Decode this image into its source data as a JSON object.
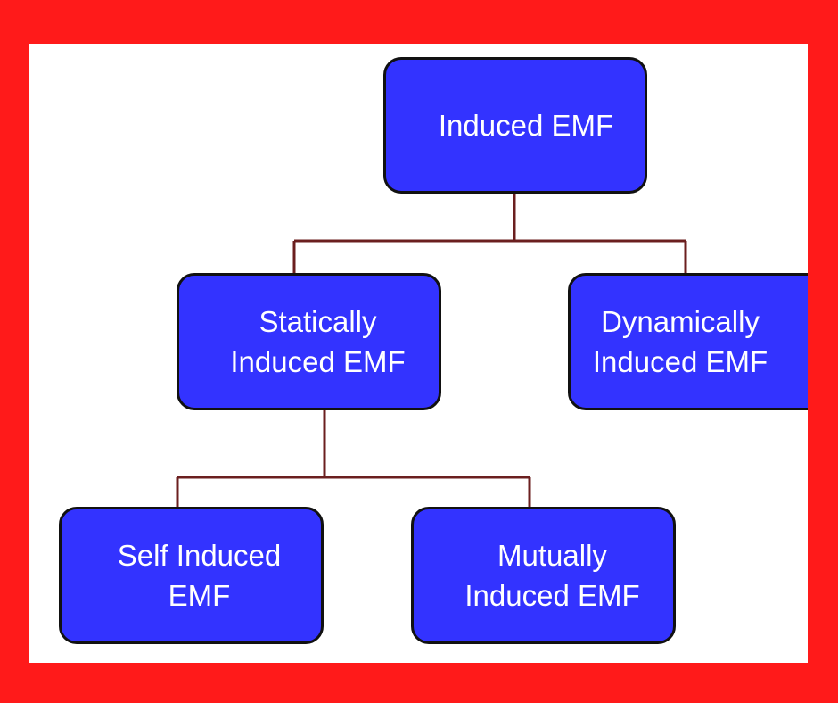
{
  "colors": {
    "frame": "#ff1a1a",
    "canvas": "#ffffff",
    "node_fill": "#3333ff",
    "node_border": "#111111",
    "connector": "#6b1f1f"
  },
  "diagram": {
    "type": "tree",
    "root": {
      "lines": [
        "Induced EMF"
      ]
    },
    "level1": [
      {
        "id": "static",
        "lines": [
          "Statically",
          "Induced EMF"
        ]
      },
      {
        "id": "dynamic",
        "lines": [
          "Dynamically",
          "Induced EMF"
        ]
      }
    ],
    "level2": [
      {
        "id": "self",
        "parent": "static",
        "lines": [
          "Self Induced",
          "EMF"
        ]
      },
      {
        "id": "mutual",
        "parent": "static",
        "lines": [
          "Mutually",
          "Induced EMF"
        ]
      }
    ]
  }
}
